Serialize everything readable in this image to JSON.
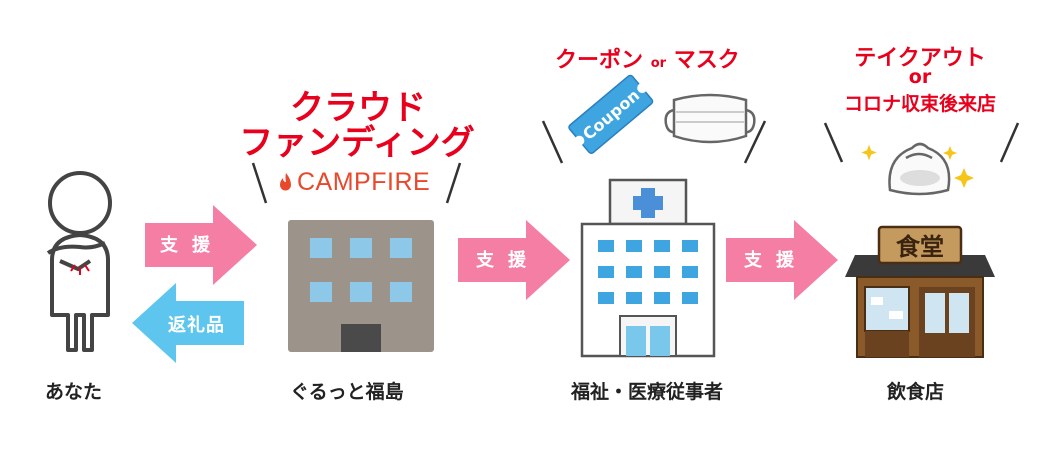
{
  "nodes": {
    "you": "あなた",
    "gurutto": "ぐるっと福島",
    "welfare": "福祉・医療従事者",
    "restaurant": "飲食店"
  },
  "arrows": {
    "support1": "支援",
    "return_gift": "返礼品",
    "support2": "支援",
    "support3": "支援"
  },
  "headings": {
    "crowdfunding_line1": "クラウド",
    "crowdfunding_line2": "ファンディング",
    "campfire_logo": "CAMPFIRE",
    "coupon_mask_a": "クーポン",
    "coupon_mask_or": "or",
    "coupon_mask_b": "マスク",
    "takeout_line1": "テイクアウト",
    "takeout_or": "or",
    "takeout_line2": "コロナ収束後来店"
  },
  "signs": {
    "coupon_text": "Coupon",
    "restaurant_sign": "食堂"
  },
  "colors": {
    "pink": "#f57fa4",
    "blue": "#5ec6ee",
    "red": "#e8001c"
  }
}
